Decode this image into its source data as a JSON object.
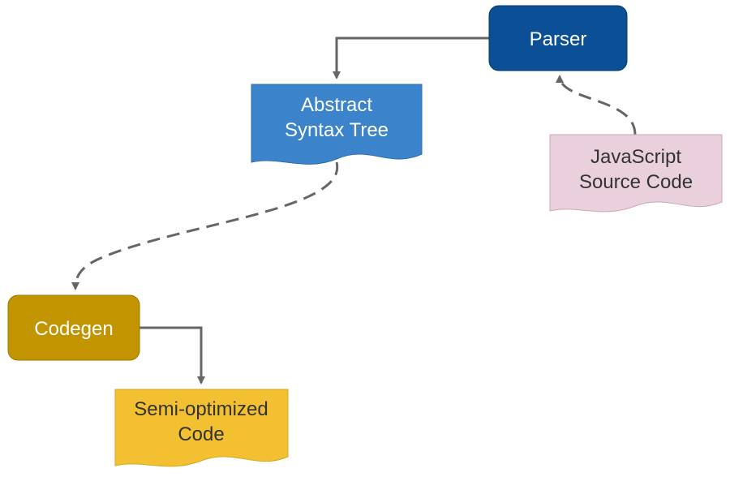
{
  "diagram": {
    "nodes": {
      "parser": {
        "label": "Parser",
        "fill": "#0b4f96",
        "text_color": "#ffffff"
      },
      "ast": {
        "lines": [
          "Abstract",
          "Syntax Tree"
        ],
        "fill": "#3b83cb",
        "text_color": "#ffffff"
      },
      "js_source": {
        "lines": [
          "JavaScript",
          "Source Code"
        ],
        "fill": "#ead0dc",
        "text_color": "#333333"
      },
      "codegen": {
        "label": "Codegen",
        "fill": "#c29500",
        "text_color": "#ffffff"
      },
      "semi_optimized": {
        "lines": [
          "Semi-optimized",
          "Code"
        ],
        "fill": "#f2c031",
        "text_color": "#333333"
      }
    },
    "edges": [
      {
        "from": "parser",
        "to": "ast",
        "style": "solid"
      },
      {
        "from": "js_source",
        "to": "parser",
        "style": "dashed"
      },
      {
        "from": "ast",
        "to": "codegen",
        "style": "dashed"
      },
      {
        "from": "codegen",
        "to": "semi_optimized",
        "style": "solid"
      }
    ],
    "edge_color": "#666666"
  }
}
